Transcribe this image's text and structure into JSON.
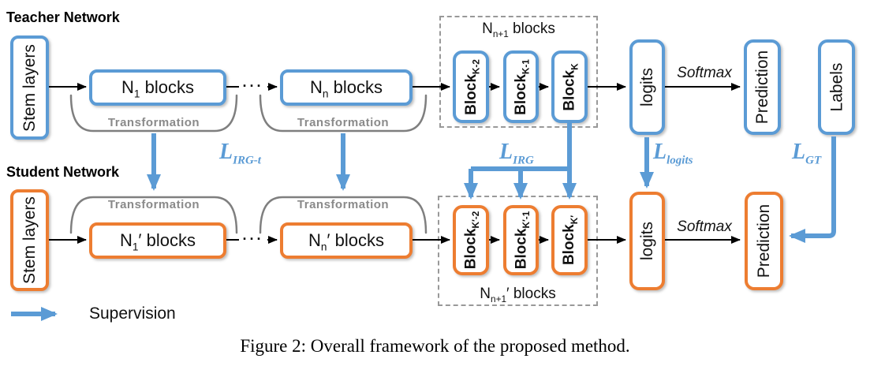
{
  "colors": {
    "teacher_blue": "#5B9BD5",
    "student_orange": "#ED7D31",
    "supervision_blue": "#5B9BD5",
    "brace_gray": "#7f7f7f",
    "label_gray": "#8a8a8a"
  },
  "teacher": {
    "title": "Teacher Network",
    "stem": "Stem layers",
    "stage1": {
      "base": "N",
      "sub": "1",
      "suffix": " blocks"
    },
    "stagen": {
      "base": "N",
      "sub": "n",
      "suffix": " blocks"
    },
    "group": {
      "base": "N",
      "sub": "n+1",
      "suffix": " blocks"
    },
    "blocks": [
      {
        "base": "Block",
        "sub": "K-2"
      },
      {
        "base": "Block",
        "sub": "K-1"
      },
      {
        "base": "Block",
        "sub": "K"
      }
    ],
    "logits": "logits",
    "softmax": "Softmax",
    "prediction": "Prediction"
  },
  "student": {
    "title": "Student Network",
    "stem": "Stem layers",
    "stage1": {
      "base": "N",
      "sub": "1",
      "suffix": "′ blocks"
    },
    "stagen": {
      "base": "N",
      "sub": "n",
      "suffix": "′ blocks"
    },
    "group": {
      "base": "N",
      "sub": "n+1",
      "suffix": "′ blocks"
    },
    "blocks": [
      {
        "base": "Block",
        "sub": "K′-2"
      },
      {
        "base": "Block",
        "sub": "K′-1"
      },
      {
        "base": "Block",
        "sub": "K′"
      }
    ],
    "logits": "logits",
    "softmax": "Softmax",
    "prediction": "Prediction"
  },
  "labels_box": "Labels",
  "transformation": "Transformation",
  "dots": "···",
  "losses": {
    "irg_t": {
      "base": "L",
      "sub": "IRG-t"
    },
    "irg": {
      "base": "L",
      "sub": "IRG"
    },
    "logits": {
      "base": "L",
      "sub": "logits"
    },
    "gt": {
      "base": "L",
      "sub": "GT"
    }
  },
  "legend": {
    "label": "Supervision"
  },
  "caption": "Figure 2: Overall framework of the proposed method."
}
